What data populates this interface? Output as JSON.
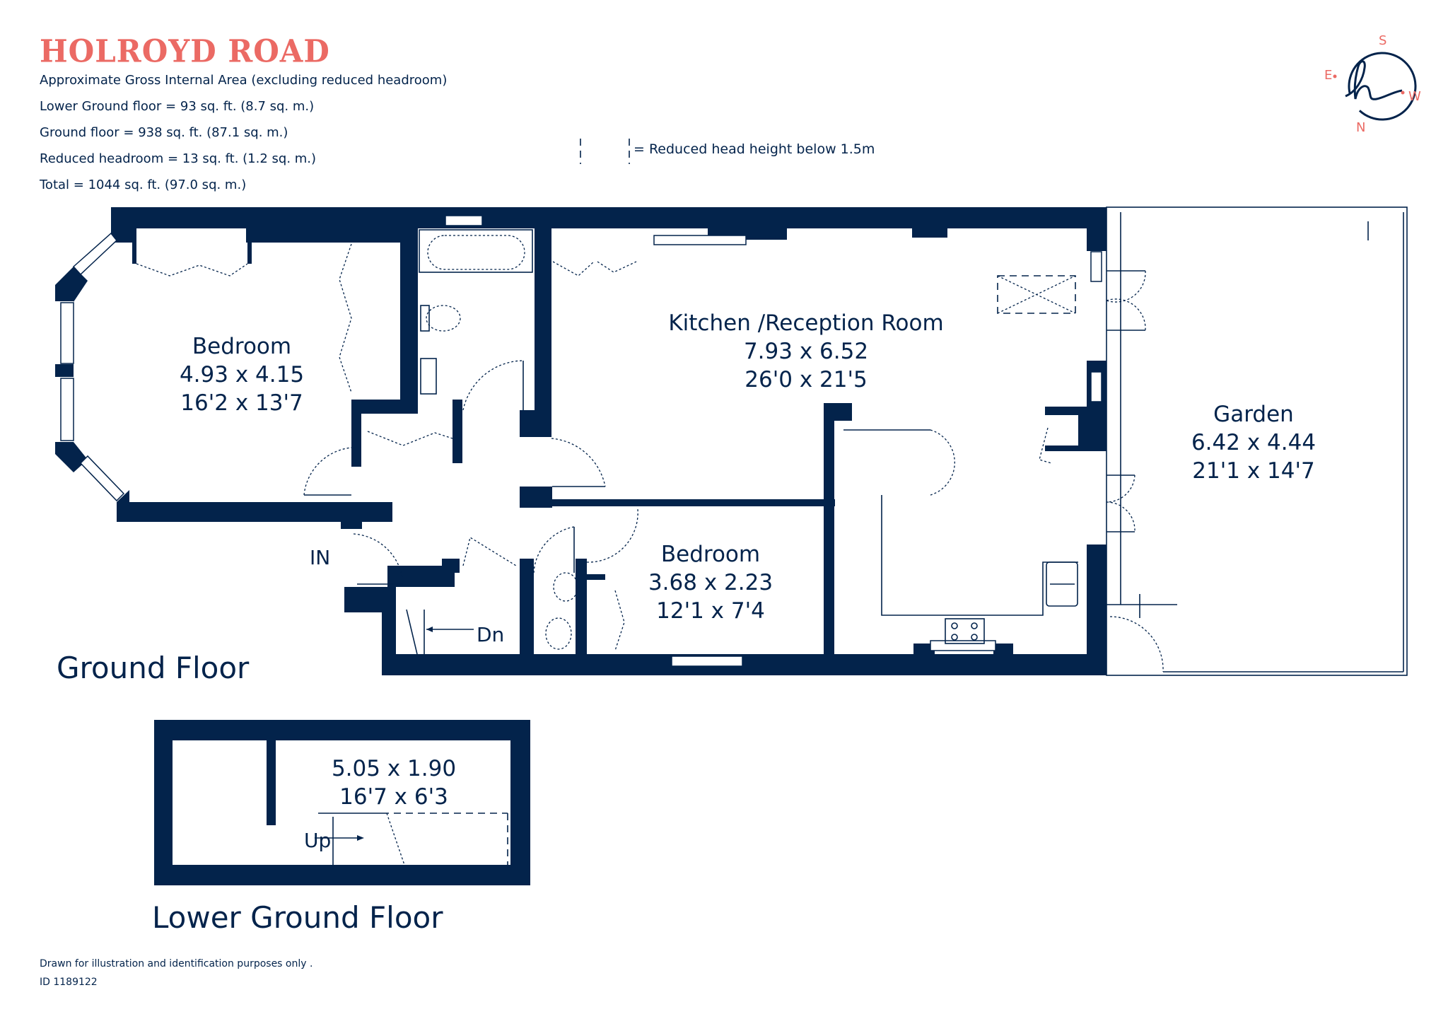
{
  "header": {
    "title": "HOLROYD ROAD",
    "subtitle": "Approximate Gross Internal Area  (excluding reduced headroom)",
    "areas": [
      "Lower Ground floor = 93 sq. ft. (8.7 sq. m.)",
      "Ground floor = 938 sq. ft. (87.1 sq. m.)",
      "Reduced headroom = 13 sq. ft. (1.2 sq. m.)",
      "Total =  1044 sq. ft. (97.0 sq. m.)"
    ]
  },
  "legend": {
    "icon": "dashed-boundary-icon",
    "text": "= Reduced head height below 1.5m"
  },
  "compass": {
    "north": "N",
    "south": "S",
    "east": "E",
    "west": "W",
    "logo_letter": "h"
  },
  "ground_floor": {
    "label": "Ground Floor",
    "rooms": [
      {
        "name": "Bedroom",
        "metric": "4.93 x 4.15",
        "imperial": "16'2 x 13'7"
      },
      {
        "name": "Kitchen /Reception Room",
        "metric": "7.93 x 6.52",
        "imperial": "26'0 x 21'5"
      },
      {
        "name": "Garden",
        "metric": "6.42 x 4.44",
        "imperial": "21'1 x 14'7"
      },
      {
        "name": "Bedroom",
        "metric": "3.68 x 2.23",
        "imperial": "12'1 x 7'4"
      }
    ],
    "entrance_label": "IN",
    "stairs_label": "Dn"
  },
  "lower_ground_floor": {
    "label": "Lower  Ground Floor",
    "room": {
      "metric": "5.05 x 1.90",
      "imperial": "16'7 x 6'3"
    },
    "stairs_label": "Up"
  },
  "footer": {
    "disclaimer": "Drawn for illustration and identification purposes only .",
    "id": "ID 1189122"
  },
  "colors": {
    "brand_accent": "#eb6a64",
    "ink": "#03234b"
  }
}
